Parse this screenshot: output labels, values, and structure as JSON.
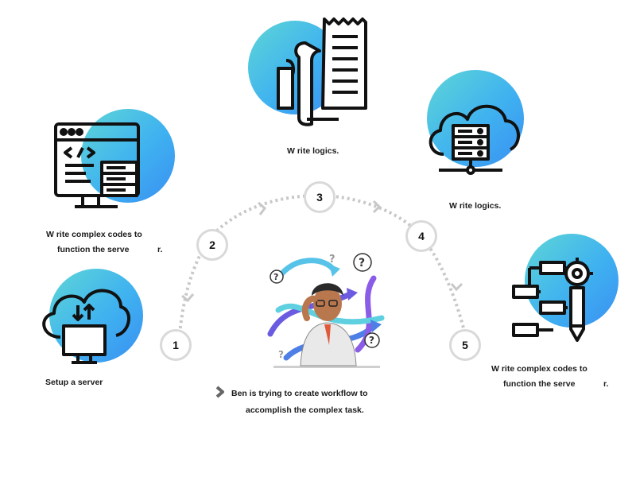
{
  "steps": [
    {
      "number": "1",
      "caption": "Setup a server"
    },
    {
      "number": "2",
      "caption_line1": "W  rite complex codes to",
      "caption_line2": "function the serve",
      "caption_tail": "r."
    },
    {
      "number": "3",
      "caption": "W  rite logics."
    },
    {
      "number": "4",
      "caption": "W  rite logics."
    },
    {
      "number": "5",
      "caption_line1": "W  rite complex codes to",
      "caption_line2": "function the serve",
      "caption_tail": "r."
    }
  ],
  "center": {
    "line1": "Ben is trying to create workflow to",
    "line2": "accomplish the complex task."
  },
  "icons": {
    "step1": "cloud-computer-upload-icon",
    "step2": "code-browser-server-icon",
    "step3": "script-documents-icon",
    "step4": "cloud-database-server-icon",
    "step5": "workflow-gear-pencil-icon",
    "bullet": "chevron-right-icon"
  },
  "colors": {
    "gradient_start": "#5fd6d6",
    "gradient_end": "#3a8ff2",
    "icon_stroke": "#111111",
    "dotted_path": "#c8c8c8"
  }
}
